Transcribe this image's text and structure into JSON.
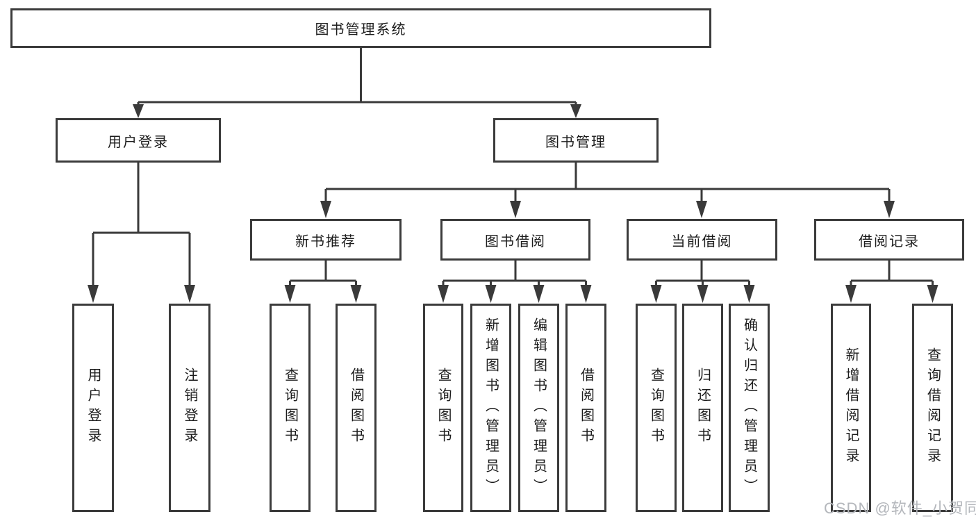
{
  "tree": {
    "root": "图书管理系统",
    "branches": [
      {
        "label": "用户登录",
        "leaves": [
          "用户登录",
          "注销登录"
        ]
      },
      {
        "label": "图书管理",
        "groups": [
          {
            "label": "新书推荐",
            "leaves": [
              "查询图书",
              "借阅图书"
            ]
          },
          {
            "label": "图书借阅",
            "leaves": [
              "查询图书",
              "新增图书（管理员）",
              "编辑图书（管理员）",
              "借阅图书"
            ]
          },
          {
            "label": "当前借阅",
            "leaves": [
              "查询图书",
              "归还图书",
              "确认归还（管理员）"
            ]
          },
          {
            "label": "借阅记录",
            "leaves": [
              "新增借阅记录",
              "查询借阅记录"
            ]
          }
        ]
      }
    ],
    "watermark": "CSDN @软件_小贺同学"
  },
  "colors": {
    "line": "#3a3a3a",
    "box_border": "#3b3b3b",
    "text": "#1c1c1c",
    "watermark": "#b4b7bc",
    "background": "#ffffff"
  }
}
